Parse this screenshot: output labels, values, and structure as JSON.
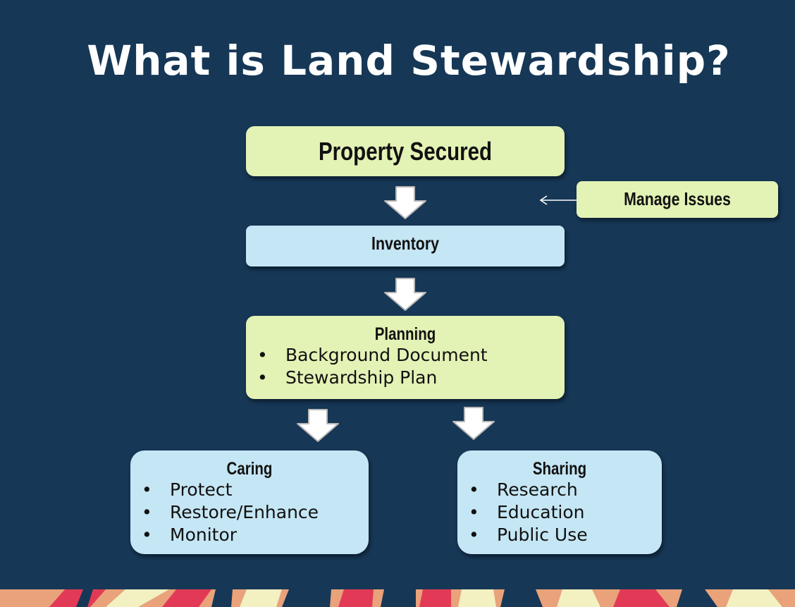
{
  "title": "What is Land Stewardship?",
  "nodes": {
    "property_secured": "Property Secured",
    "manage_issues": "Manage Issues",
    "inventory": "Inventory",
    "planning": {
      "title": "Planning",
      "items": [
        "Background Document",
        "Stewardship Plan"
      ]
    },
    "caring": {
      "title": "Caring",
      "items": [
        "Protect",
        "Restore/Enhance",
        "Monitor"
      ]
    },
    "sharing": {
      "title": "Sharing",
      "items": [
        "Research",
        "Education",
        "Public Use"
      ]
    }
  },
  "colors": {
    "background": "#163756",
    "green_box": "#e3f2b5",
    "blue_box": "#c5e6f4",
    "arrow_fill": "#ffffff",
    "band": "#e9a27a"
  }
}
